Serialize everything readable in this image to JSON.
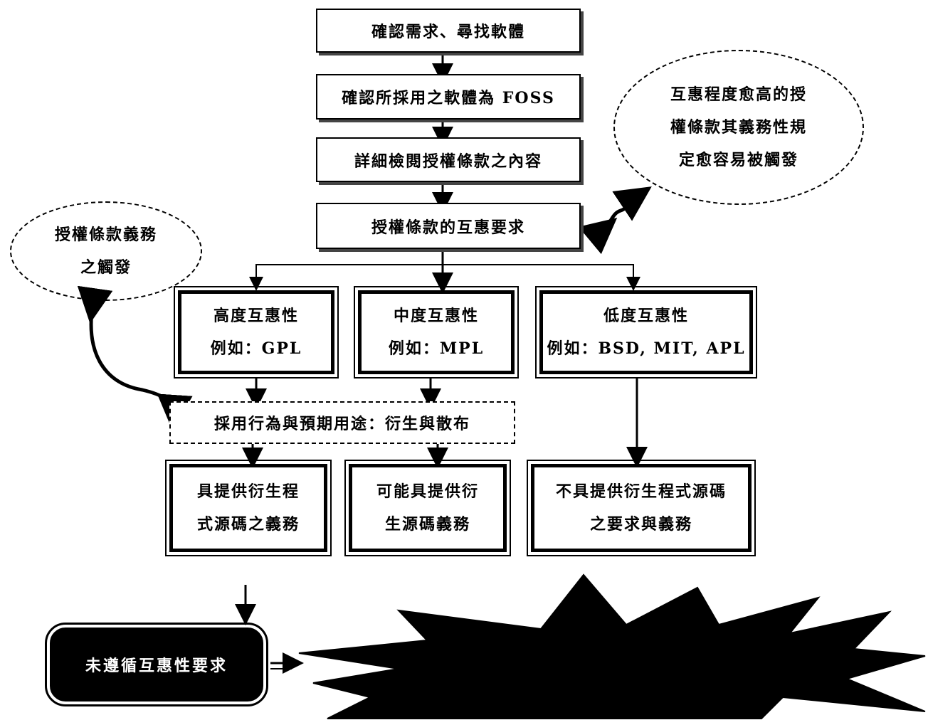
{
  "steps": {
    "confirm_need": "確認需求、尋找軟體",
    "confirm_foss": "確認所採用之軟體為 FOSS",
    "review_terms": "詳細檢閱授權條款之內容",
    "reciprocity_req": "授權條款的互惠要求"
  },
  "callouts": {
    "trigger": [
      "授權條款義務",
      "之觸發"
    ],
    "higher_reciprocity": [
      "互惠程度愈高的授",
      "權條款其義務性規",
      "定愈容易被觸發"
    ]
  },
  "levels": {
    "high": {
      "title": "高度互惠性",
      "example": "例如：GPL"
    },
    "medium": {
      "title": "中度互惠性",
      "example": "例如：MPL"
    },
    "low": {
      "title": "低度互惠性",
      "example": "例如：BSD, MIT, APL"
    }
  },
  "usage": "採用行為與預期用途：衍生與散布",
  "obligations": {
    "provide": [
      "具提供衍生程",
      "式源碼之義務"
    ],
    "maybe": [
      "可能具提供衍",
      "生源碼義務"
    ],
    "none": [
      "不具提供衍生程式源碼",
      "之要求與義務"
    ]
  },
  "noncompliance": "未遵循互惠性要求"
}
